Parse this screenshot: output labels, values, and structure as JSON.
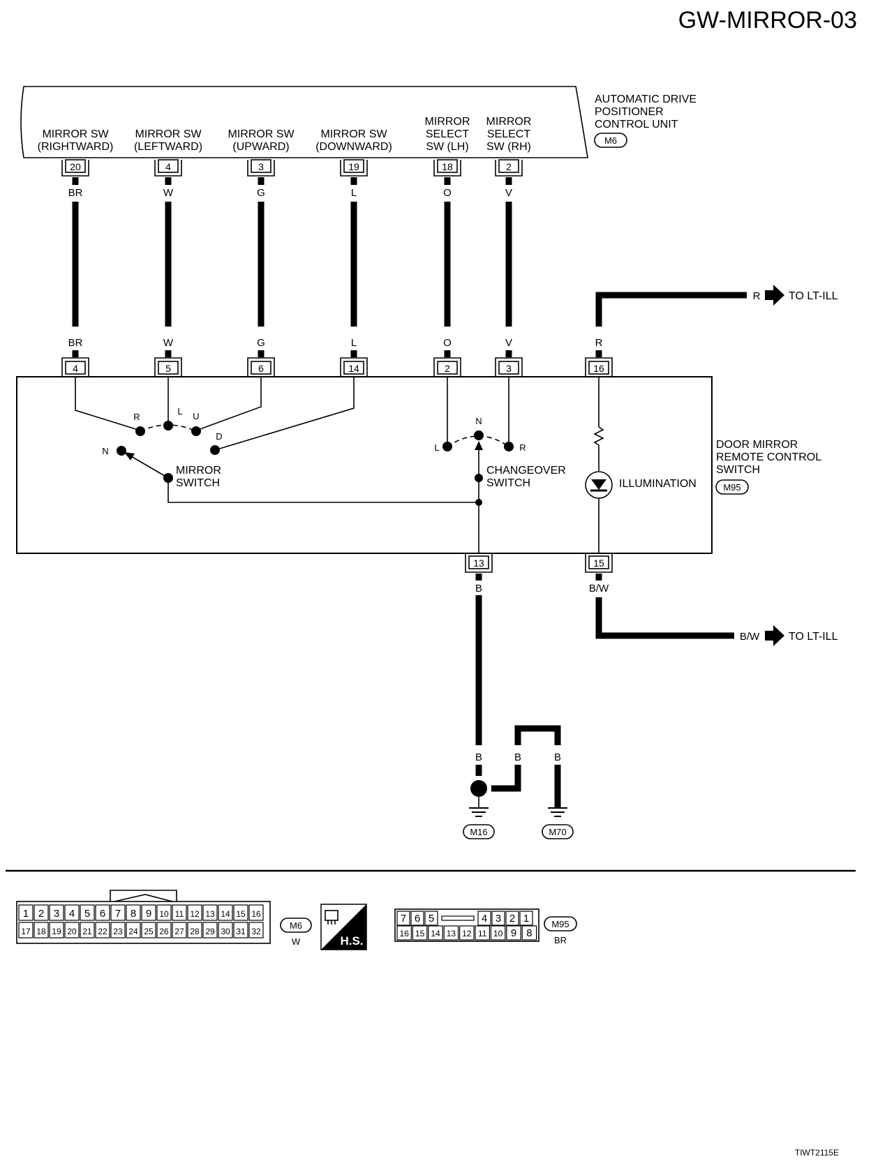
{
  "page": {
    "title": "GW-MIRROR-03",
    "figure_id": "TIWT2115E"
  },
  "adp_unit": {
    "label_lines": [
      "AUTOMATIC DRIVE",
      "POSITIONER",
      "CONTROL UNIT"
    ],
    "connector": "M6"
  },
  "mirror_switch_unit": {
    "label_lines": [
      "DOOR MIRROR",
      "REMOTE CONTROL",
      "SWITCH"
    ],
    "connector": "M95"
  },
  "circuits": [
    {
      "label_lines": [
        "MIRROR SW",
        "(RIGHTWARD)"
      ],
      "adp_pin": "20",
      "color": "BR",
      "sw_pin": "4"
    },
    {
      "label_lines": [
        "MIRROR SW",
        "(LEFTWARD)"
      ],
      "adp_pin": "4",
      "color": "W",
      "sw_pin": "5"
    },
    {
      "label_lines": [
        "MIRROR SW",
        "(UPWARD)"
      ],
      "adp_pin": "3",
      "color": "G",
      "sw_pin": "6"
    },
    {
      "label_lines": [
        "MIRROR SW",
        "(DOWNWARD)"
      ],
      "adp_pin": "19",
      "color": "L",
      "sw_pin": "14"
    },
    {
      "label_lines": [
        "MIRROR",
        "SELECT",
        "SW (LH)"
      ],
      "adp_pin": "18",
      "color": "O",
      "sw_pin": "2"
    },
    {
      "label_lines": [
        "MIRROR",
        "SELECT",
        "SW (RH)"
      ],
      "adp_pin": "2",
      "color": "V",
      "sw_pin": "3"
    }
  ],
  "illumination_feed": {
    "sw_pin": "16",
    "color": "R",
    "to": "TO LT-ILL"
  },
  "illumination_return": {
    "sw_pin": "15",
    "color": "B/W",
    "to": "TO LT-ILL"
  },
  "ground": {
    "sw_pin": "13",
    "color": "B",
    "grounds": [
      "M16",
      "M70"
    ]
  },
  "mirror_switch": {
    "label_lines": [
      "MIRROR",
      "SWITCH"
    ],
    "contacts": {
      "r": "R",
      "l": "L",
      "u": "U",
      "d": "D",
      "n": "N"
    }
  },
  "changeover_switch": {
    "label_lines": [
      "CHANGEOVER",
      "SWITCH"
    ],
    "contacts": {
      "l": "L",
      "n": "N",
      "r": "R"
    }
  },
  "illumination": {
    "label": "ILLUMINATION"
  },
  "connectors": {
    "m6": {
      "id": "M6",
      "color": "W",
      "top_row": [
        "1",
        "2",
        "3",
        "4",
        "5",
        "6",
        "7",
        "8",
        "9",
        "10",
        "11",
        "12",
        "13",
        "14",
        "15",
        "16"
      ],
      "bottom_row": [
        "17",
        "18",
        "19",
        "20",
        "21",
        "22",
        "23",
        "24",
        "25",
        "26",
        "27",
        "28",
        "29",
        "30",
        "31",
        "32"
      ]
    },
    "hs_badge": "H.S.",
    "m95": {
      "id": "M95",
      "color": "BR",
      "top_left": [
        "7",
        "6",
        "5"
      ],
      "top_right": [
        "4",
        "3",
        "2",
        "1"
      ],
      "bottom_row": [
        "16",
        "15",
        "14",
        "13",
        "12",
        "11",
        "10",
        "9",
        "8"
      ]
    }
  }
}
